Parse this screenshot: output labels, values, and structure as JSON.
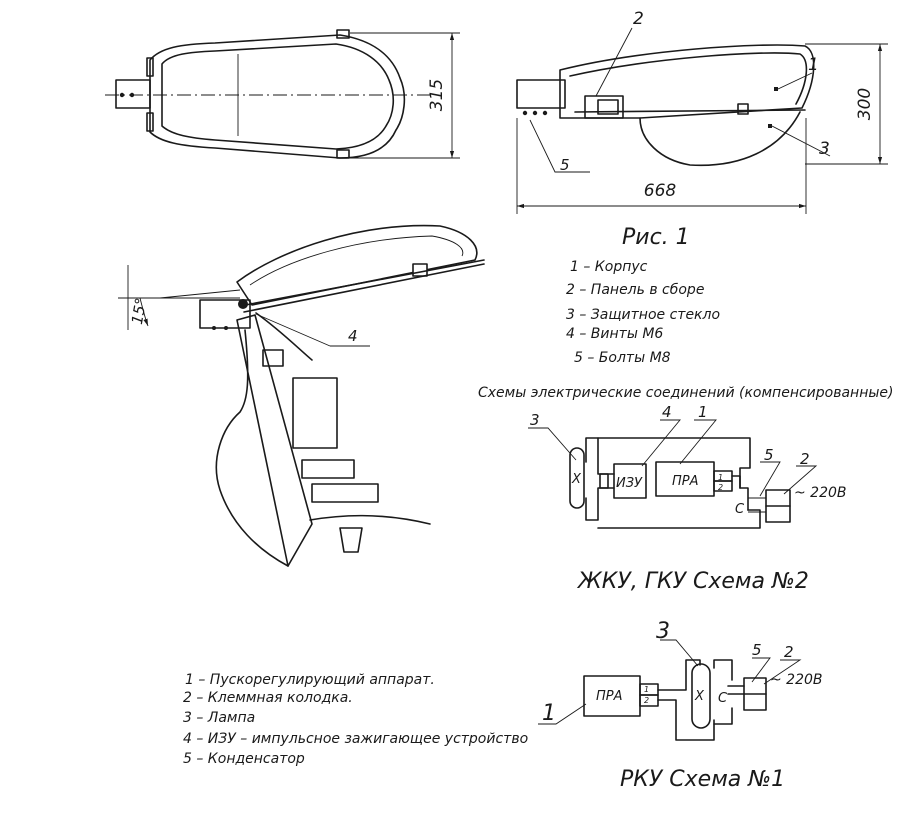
{
  "figure": {
    "caption": "Рис. 1",
    "dims": {
      "width": "315",
      "height": "300",
      "length": "668",
      "angle": "15°"
    },
    "callouts": {
      "c1": "1",
      "c2": "2",
      "c3": "3",
      "c4": "4",
      "c5": "5"
    },
    "legend": [
      "1 – Корпус",
      "2 – Панель в сборе",
      "3 – Защитное стекло",
      "4 – Винты М6",
      "5 – Болты М8"
    ]
  },
  "schemes_title": "Схемы электрические соединений (компенсированные)",
  "scheme2": {
    "caption": "ЖКУ, ГКУ  Схема №2",
    "callouts": {
      "c3": "3",
      "c4": "4",
      "c1": "1",
      "c5": "5",
      "c2": "2"
    },
    "izu": "ИЗУ",
    "pra": "ПРА",
    "lamp": "X",
    "cap": "C",
    "pin1": "1",
    "pin2": "2",
    "voltage": "~ 220В"
  },
  "scheme1": {
    "caption": "РКУ  Схема №1",
    "callouts": {
      "c3": "3",
      "c5": "5",
      "c2": "2",
      "c1": "1"
    },
    "pra": "ПРА",
    "lamp": "X",
    "cap": "C",
    "pin1": "1",
    "pin2": "2",
    "voltage": "~ 220В"
  },
  "component_legend": [
    "1 – Пускорегулирующий аппарат.",
    "2 – Клеммная колодка.",
    "3 – Лампа",
    "4 – ИЗУ – импульсное зажигающее устройство",
    "5 – Конденсатор"
  ]
}
